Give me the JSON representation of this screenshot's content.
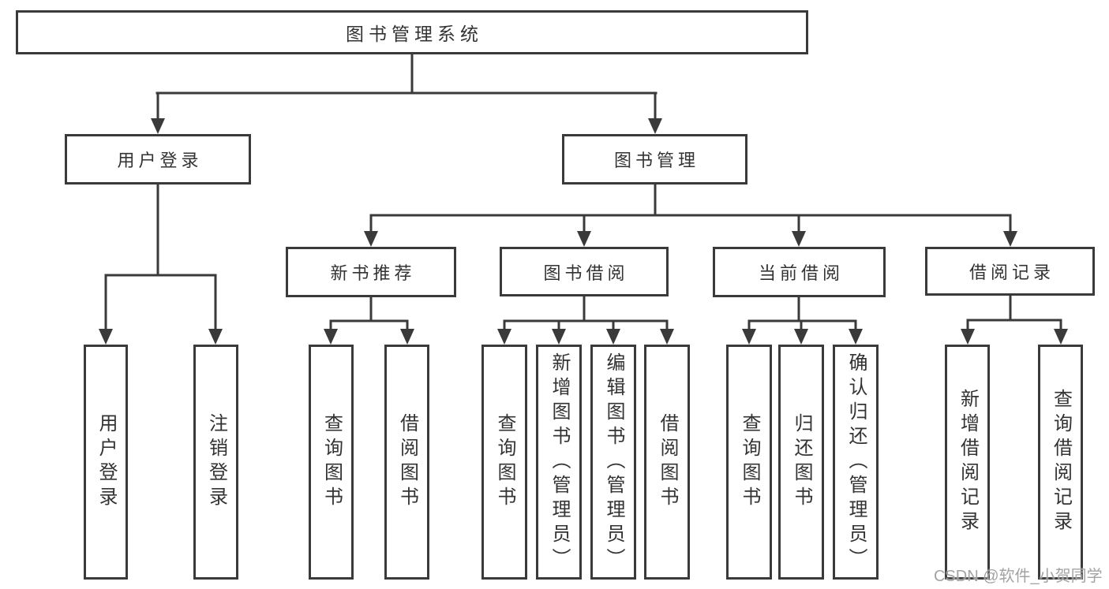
{
  "diagram": {
    "root": {
      "label": "图书管理系统"
    },
    "level2": [
      {
        "label": "用户登录"
      },
      {
        "label": "图书管理"
      }
    ],
    "level3": [
      {
        "label": "新书推荐"
      },
      {
        "label": "图书借阅"
      },
      {
        "label": "当前借阅"
      },
      {
        "label": "借阅记录"
      }
    ],
    "leaves": {
      "user_login": [
        "用户登录",
        "注销登录"
      ],
      "new_books": [
        "查询图书",
        "借阅图书"
      ],
      "book_borrow": [
        "查询图书",
        "新增图书（管理员）",
        "编辑图书（管理员）",
        "借阅图书"
      ],
      "current_borrow": [
        "查询图书",
        "归还图书",
        "确认归还（管理员）"
      ],
      "borrow_records": [
        "新增借阅记录",
        "查询借阅记录"
      ]
    }
  },
  "watermark": "CSDN @软件_小贺同学",
  "colors": {
    "line": "#3a3a3a",
    "text": "#333333",
    "background": "#ffffff",
    "watermark": "#9e9e9e"
  }
}
